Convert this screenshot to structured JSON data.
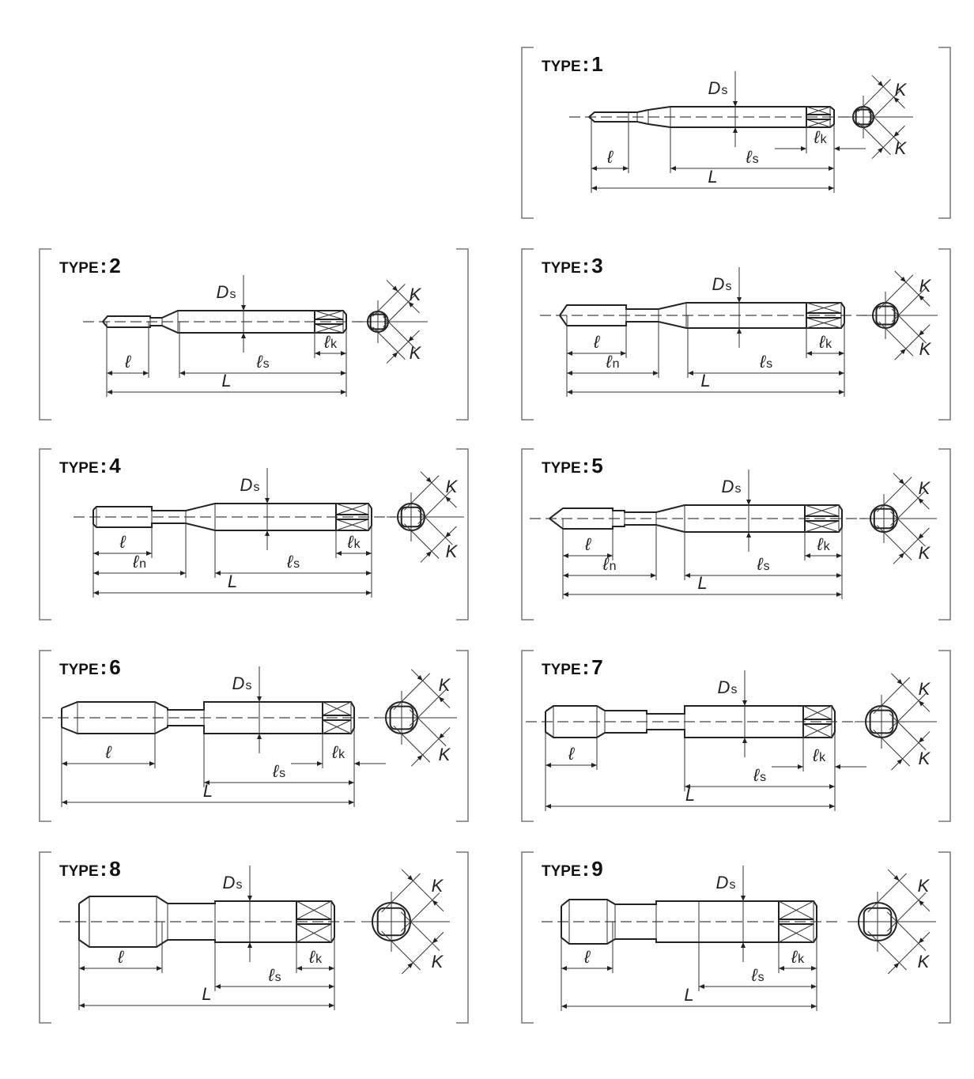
{
  "title_word": "TYPE",
  "title_sep": ":",
  "symbols": {
    "D": "D",
    "s": "s",
    "ell": "ℓ",
    "n": "n",
    "k": "k",
    "L": "L",
    "K": "K"
  },
  "types": [
    {
      "number": "1"
    },
    {
      "number": "2"
    },
    {
      "number": "3"
    },
    {
      "number": "4"
    },
    {
      "number": "5"
    },
    {
      "number": "6"
    },
    {
      "number": "7"
    },
    {
      "number": "8"
    },
    {
      "number": "9"
    }
  ]
}
